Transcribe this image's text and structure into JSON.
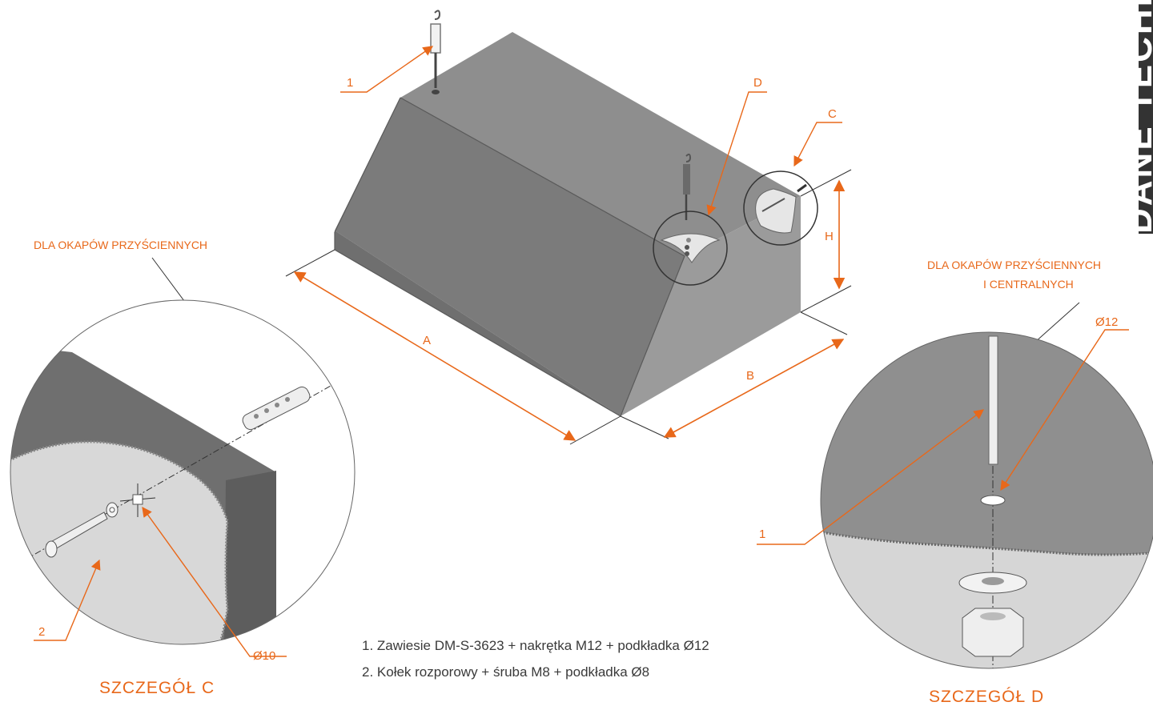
{
  "side_tab": "DANE TECHN",
  "main_view": {
    "hanger_label": "1",
    "detail_d_label": "D",
    "detail_c_label": "C",
    "dim_a": "A",
    "dim_b": "B",
    "dim_h": "H"
  },
  "detail_c": {
    "caption": "DLA OKAPÓW PRZYŚCIENNYCH",
    "anchor_label": "2",
    "hole_label": "Ø10",
    "title": "SZCZEGÓŁ  C"
  },
  "detail_d": {
    "caption_line1": "DLA OKAPÓW PRZYŚCIENNYCH",
    "caption_line2": "I CENTRALNYCH",
    "hole_label": "Ø12",
    "rod_label": "1",
    "title": "SZCZEGÓŁ  D"
  },
  "legend": [
    "1. Zawiesie DM-S-3623 + nakrętka M12 + podkładka Ø12",
    "2. Kołek rozporowy + śruba M8 + podkładka Ø8"
  ],
  "colors": {
    "accent": "#e8681a",
    "hood_top": "#8f8f8f",
    "hood_front": "#7c7c7c",
    "hood_side": "#9a9a9a",
    "ceiling": "#d9d9d9"
  }
}
